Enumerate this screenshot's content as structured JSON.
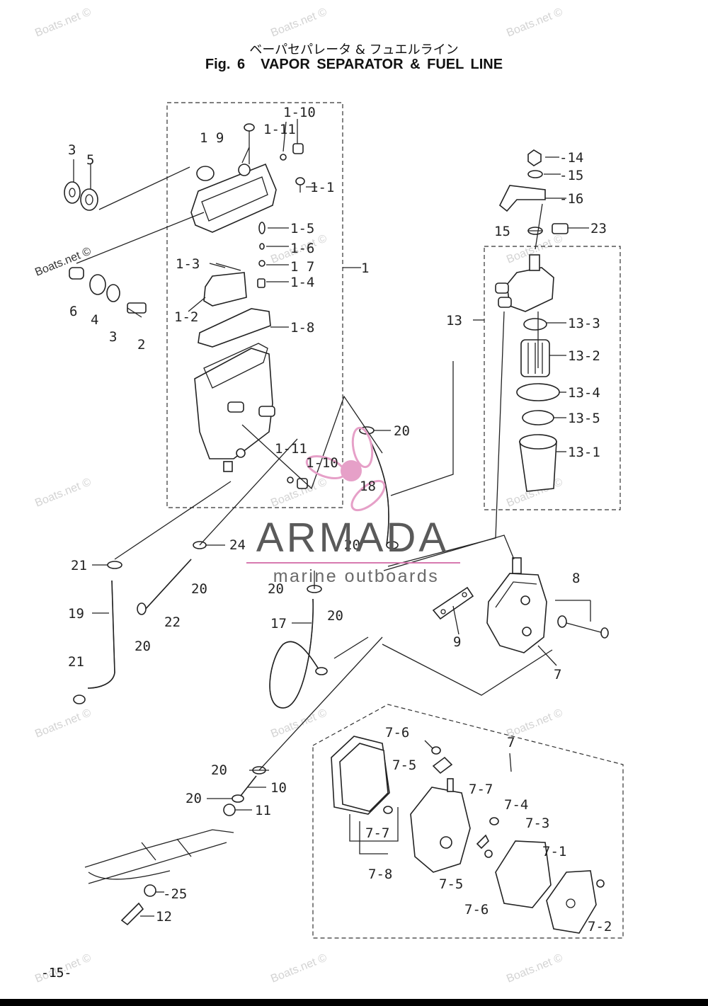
{
  "header": {
    "title_jp": "ベーパセパレータ & フュエルライン",
    "fig_label": "Fig. 6",
    "title_en": "VAPOR SEPARATOR & FUEL LINE"
  },
  "watermark": {
    "text": "Boats.net ©",
    "color": "#d3d3d3"
  },
  "logo": {
    "name": "ARMADA",
    "tagline": "marine outboards",
    "accent_color": "#e6a0c8"
  },
  "callouts": {
    "c_1_10_top": "1-10",
    "c_1_9": "1 9",
    "c_1_11_top": "1-11",
    "c_1_1": "1-1",
    "c_1_5": "1-5",
    "c_1_6": "1-6",
    "c_1_3": "1-3",
    "c_1_7": "1 7",
    "c_1_4": "1-4",
    "c_1_2": "1-2",
    "c_1_8": "1-8",
    "c_1": "1",
    "c_1_11_low": "1-11",
    "c_1_10_low": "1-10",
    "c_3_top": "3",
    "c_5": "5",
    "c_6": "6",
    "c_4": "4",
    "c_3_low": "3",
    "c_2": "2",
    "c_14": "-14",
    "c_15_top": "-15",
    "c_16": "-16",
    "c_15_mid": "15",
    "c_23": "23",
    "c_13": "13",
    "c_13_3": "13-3",
    "c_13_2": "13-2",
    "c_13_4": "13-4",
    "c_13_5": "13-5",
    "c_13_1": "13-1",
    "c_20_a": "20",
    "c_18": "18",
    "c_24": "24",
    "c_20_b": "20",
    "c_21_top": "21",
    "c_19": "19",
    "c_20_c": "20",
    "c_22": "22",
    "c_20_d": "20",
    "c_21_low": "21",
    "c_20_e": "20",
    "c_17": "17",
    "c_20_f": "20",
    "c_8": "8",
    "c_9": "9",
    "c_7": "7",
    "c_20_g": "20",
    "c_10": "10",
    "c_20_h": "20",
    "c_11": "11",
    "c_12": "12",
    "c_25": "-25",
    "c_7_box": "7",
    "c_7_6_top": "7-6",
    "c_7_5_top": "7-5",
    "c_7_7_right": "7-7",
    "c_7_4": "7-4",
    "c_7_3": "7-3",
    "c_7_7_left": "7-7",
    "c_7_1": "7-1",
    "c_7_8": "7-8",
    "c_7_5_low": "7-5",
    "c_7_2": "7-2",
    "c_7_6_low": "7-6"
  },
  "footer": {
    "page_number": "-15-"
  }
}
